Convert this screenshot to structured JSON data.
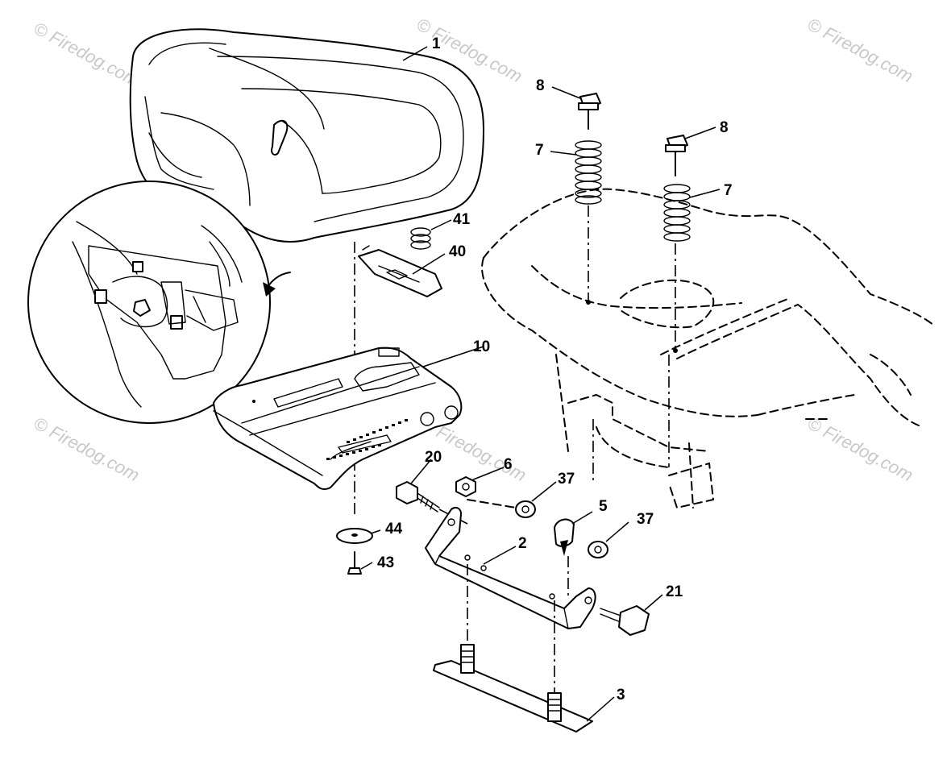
{
  "watermark": {
    "text": "© Firedog.com"
  },
  "callouts": [
    {
      "id": "1",
      "text": "1"
    },
    {
      "id": "8a",
      "text": "8"
    },
    {
      "id": "8b",
      "text": "8"
    },
    {
      "id": "7a",
      "text": "7"
    },
    {
      "id": "7b",
      "text": "7"
    },
    {
      "id": "41",
      "text": "41"
    },
    {
      "id": "40",
      "text": "40"
    },
    {
      "id": "10",
      "text": "10"
    },
    {
      "id": "20",
      "text": "20"
    },
    {
      "id": "6",
      "text": "6"
    },
    {
      "id": "37a",
      "text": "37"
    },
    {
      "id": "5",
      "text": "5"
    },
    {
      "id": "37b",
      "text": "37"
    },
    {
      "id": "44",
      "text": "44"
    },
    {
      "id": "43",
      "text": "43"
    },
    {
      "id": "2",
      "text": "2"
    },
    {
      "id": "21",
      "text": "21"
    },
    {
      "id": "3",
      "text": "3"
    }
  ]
}
